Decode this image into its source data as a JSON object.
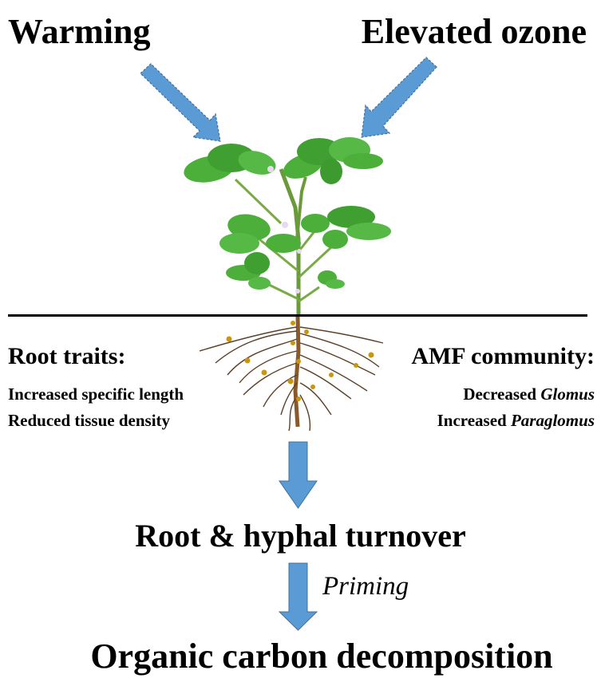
{
  "diagram": {
    "drivers": {
      "warming": "Warming",
      "ozone": "Elevated ozone"
    },
    "root_traits": {
      "heading": "Root traits:",
      "items": [
        "Increased specific length",
        "Reduced tissue density"
      ]
    },
    "amf_community": {
      "heading": "AMF community:",
      "items": [
        {
          "prefix": "Decreased ",
          "taxon": "Glomus"
        },
        {
          "prefix": "Increased ",
          "taxon": "Paraglomus"
        }
      ]
    },
    "process": {
      "turnover": "Root & hyphal turnover",
      "priming": "Priming",
      "outcome": "Organic carbon decomposition"
    },
    "colors": {
      "arrow_fill": "#5b9bd5",
      "arrow_stroke": "#41719c",
      "leaf": "#4caf3a",
      "leaf_dark": "#2e8b2a",
      "stem": "#6a9a3a",
      "root": "#6b4a2b",
      "root_nodule": "#c9960c",
      "text": "#000000"
    }
  }
}
